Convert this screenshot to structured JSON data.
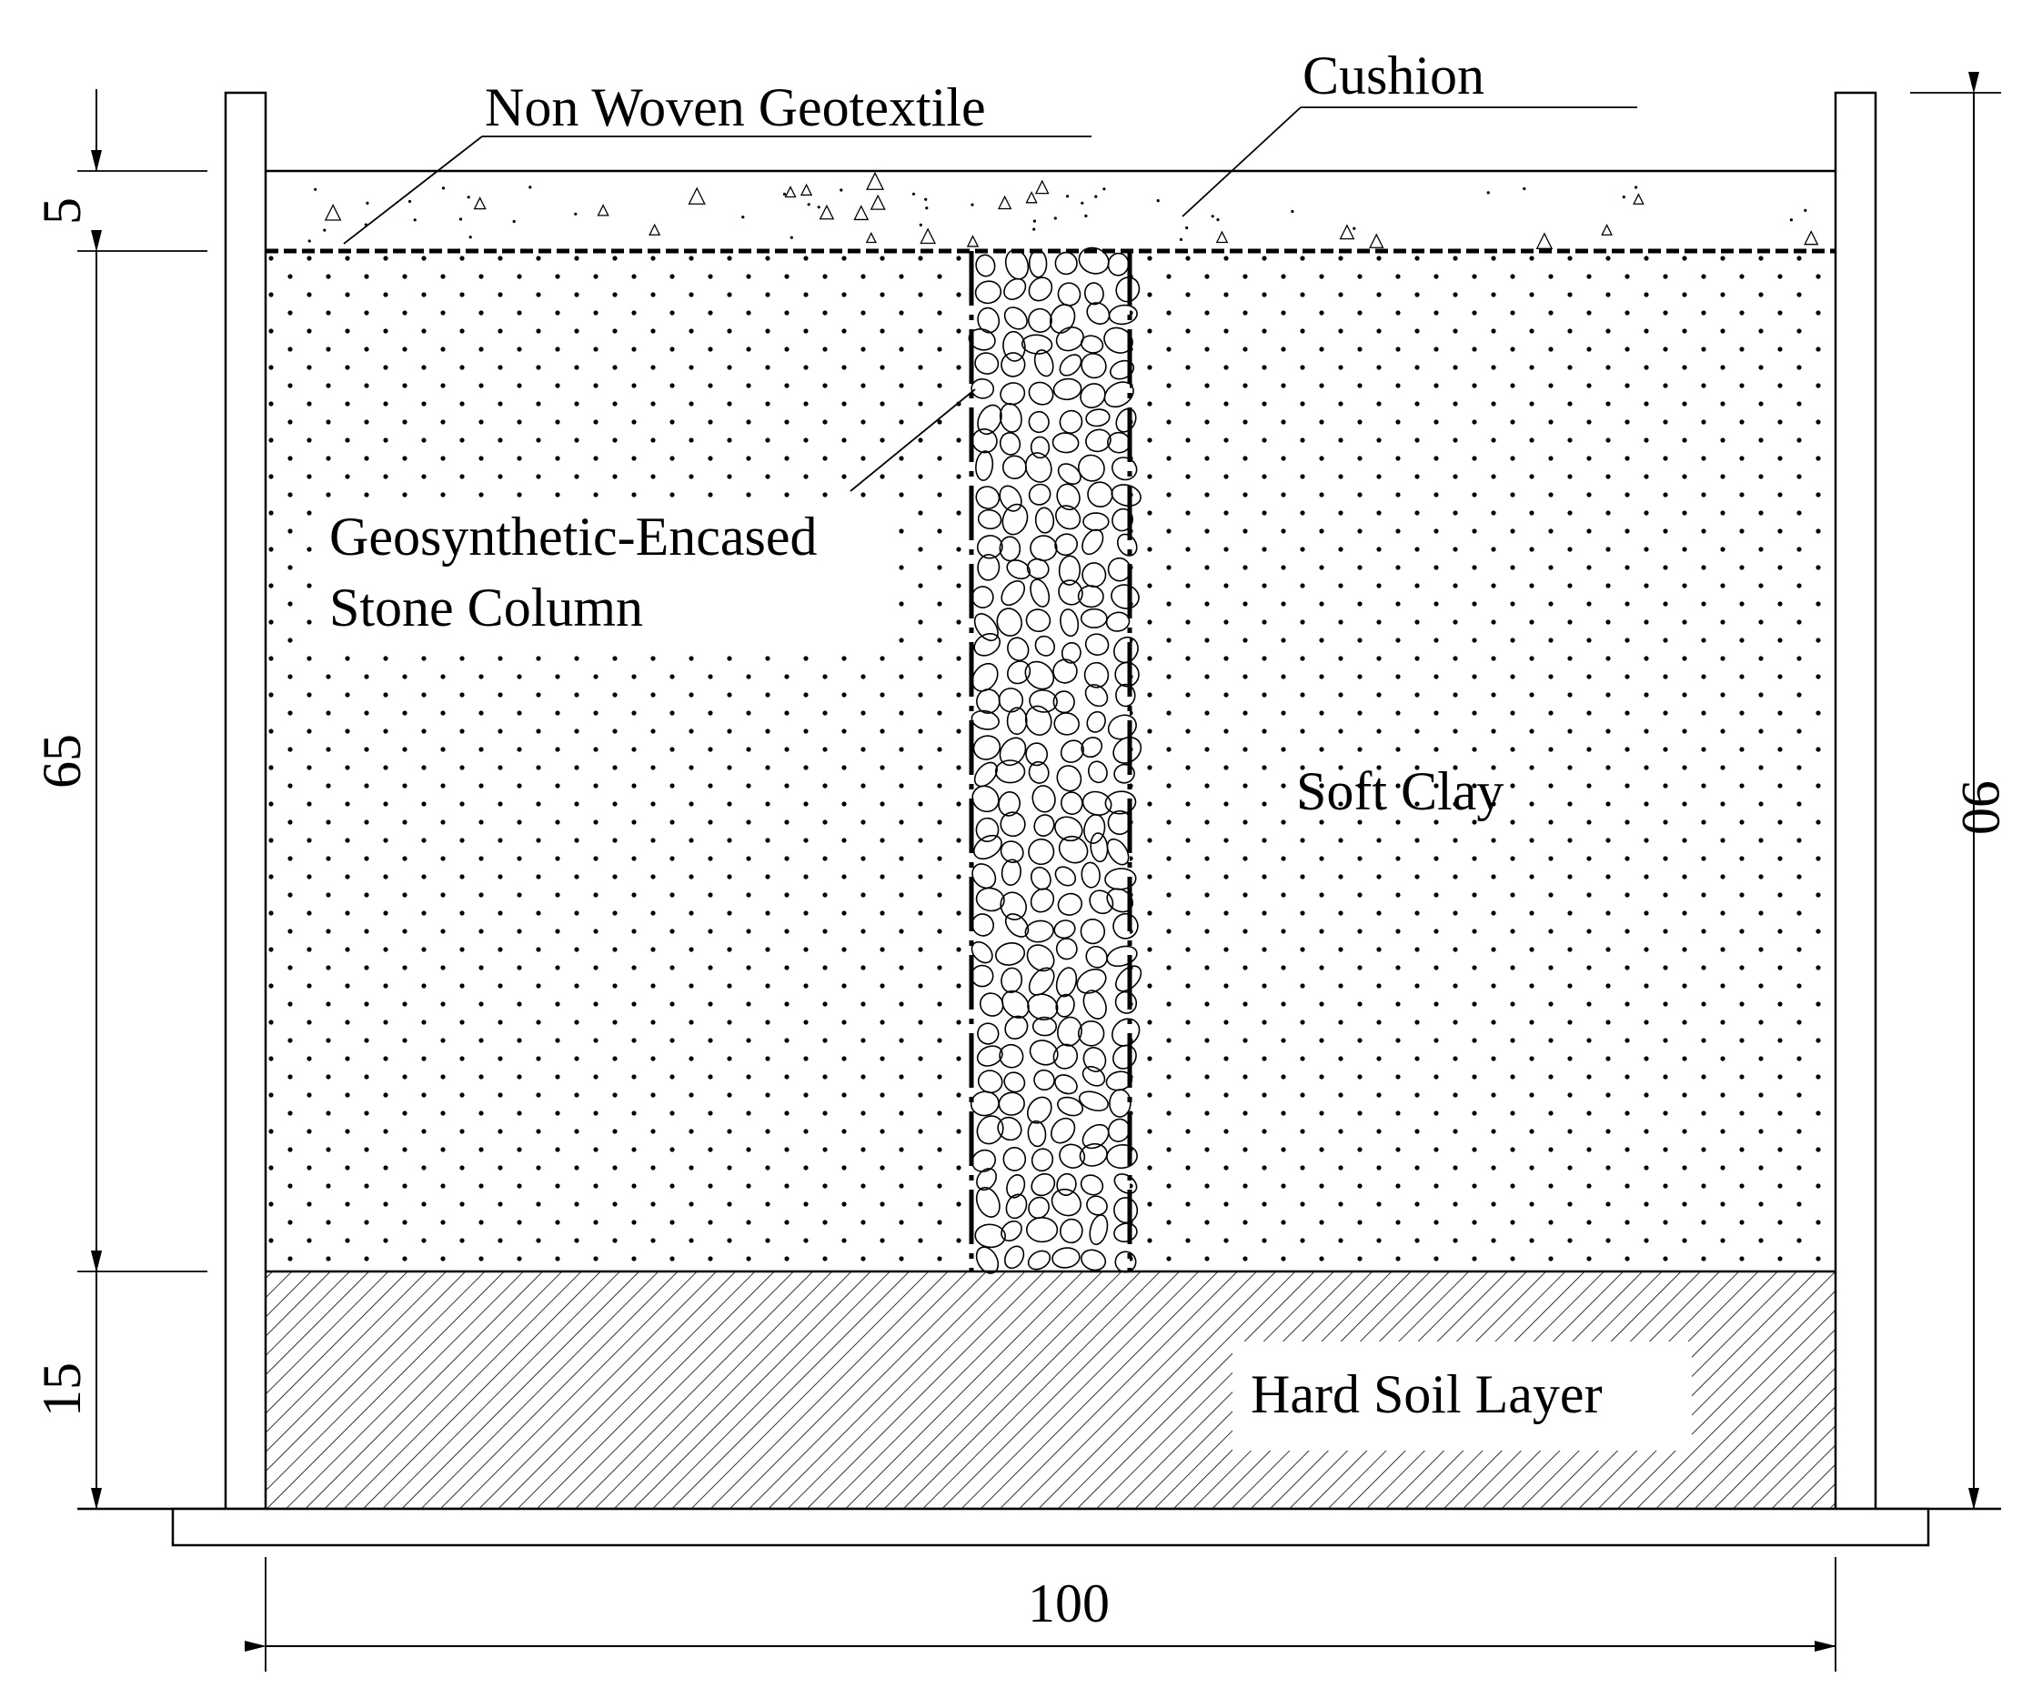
{
  "labels": {
    "geotextile": "Non Woven Geotextile",
    "cushion": "Cushion",
    "column_line1": "Geosynthetic-Encased",
    "column_line2": "Stone Column",
    "soft_clay": "Soft Clay",
    "hard_soil": "Hard Soil Layer"
  },
  "dimensions": {
    "cushion_thickness": "5",
    "clay_thickness": "65",
    "hard_layer_thickness": "15",
    "total_height": "90",
    "tank_width": "100"
  },
  "colors": {
    "line": "#000000",
    "background": "#ffffff"
  }
}
